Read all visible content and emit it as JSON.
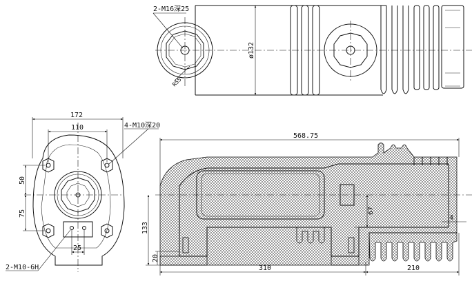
{
  "top_view": {
    "thread_callout": "2-M16深25",
    "radius_label": "R55",
    "diameter_label": "ø132"
  },
  "front_view": {
    "width_overall": "172",
    "hole_spacing": "110",
    "bolt_callout": "4-M10深20",
    "upper_offset": "50",
    "lower_offset": "75",
    "terminal_spacing": "25",
    "terminal_callout": "2-M10-6H"
  },
  "side_view": {
    "overall_length": "568.75",
    "height": "133",
    "base_height": "20",
    "left_length": "310",
    "right_length": "210",
    "terminal_offset": "67",
    "gap": "4"
  }
}
